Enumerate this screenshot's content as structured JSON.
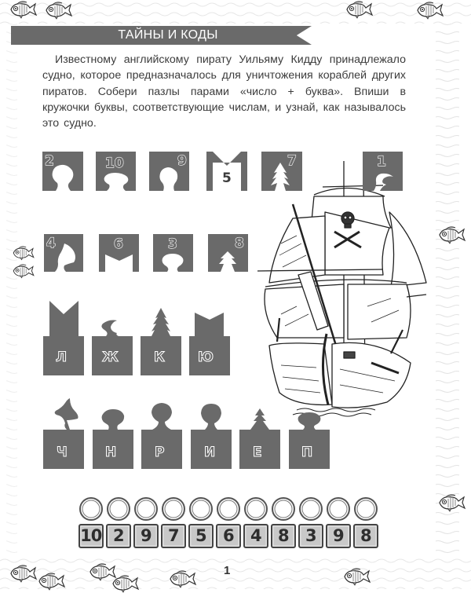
{
  "page": {
    "section_title": "ТАЙНЫ И КОДЫ",
    "instructions": "Известному английскому пирату Уильяму Кидду принадлежало судно, которое предназначалось для уничтожения кораблей других пиратов. Собери пазлы парами «число + буква». Впиши в кружочки буквы, соответствующие числам, и узнай, как называлось это судно.",
    "page_number": "1"
  },
  "number_pieces": [
    {
      "number": "2",
      "shape": "round-knob"
    },
    {
      "number": "10",
      "shape": "oval-knob"
    },
    {
      "number": "9",
      "shape": "round-knob"
    },
    {
      "number": "5",
      "shape": "m-notch"
    },
    {
      "number": "7",
      "shape": "tree"
    },
    {
      "number": "1",
      "shape": "wave"
    },
    {
      "number": "4",
      "shape": "horn"
    },
    {
      "number": "6",
      "shape": "m-notch"
    },
    {
      "number": "3",
      "shape": "oval-knob"
    },
    {
      "number": "8",
      "shape": "arrow"
    }
  ],
  "letter_pieces": [
    {
      "letter": "Л",
      "shape": "m-tall"
    },
    {
      "letter": "Ж",
      "shape": "wave"
    },
    {
      "letter": "К",
      "shape": "tree"
    },
    {
      "letter": "Ю",
      "shape": "m-short"
    },
    {
      "letter": "Ч",
      "shape": "horn"
    },
    {
      "letter": "Н",
      "shape": "oval-knob"
    },
    {
      "letter": "Р",
      "shape": "round-knob"
    },
    {
      "letter": "И",
      "shape": "round-knob"
    },
    {
      "letter": "Е",
      "shape": "arrow"
    },
    {
      "letter": "П",
      "shape": "oval-knob"
    }
  ],
  "answer_grid": {
    "numbers": [
      "10",
      "2",
      "9",
      "7",
      "5",
      "6",
      "4",
      "8",
      "3",
      "9",
      "8"
    ],
    "letters": [
      "",
      "",
      "",
      "",
      "",
      "",
      "",
      "",
      "",
      "",
      ""
    ]
  },
  "colors": {
    "piece_fill": "#6a6a6a",
    "banner_fill": "#6a6a6a",
    "text": "#3c3c3c",
    "numbox_fill": "#c8c8c8"
  }
}
